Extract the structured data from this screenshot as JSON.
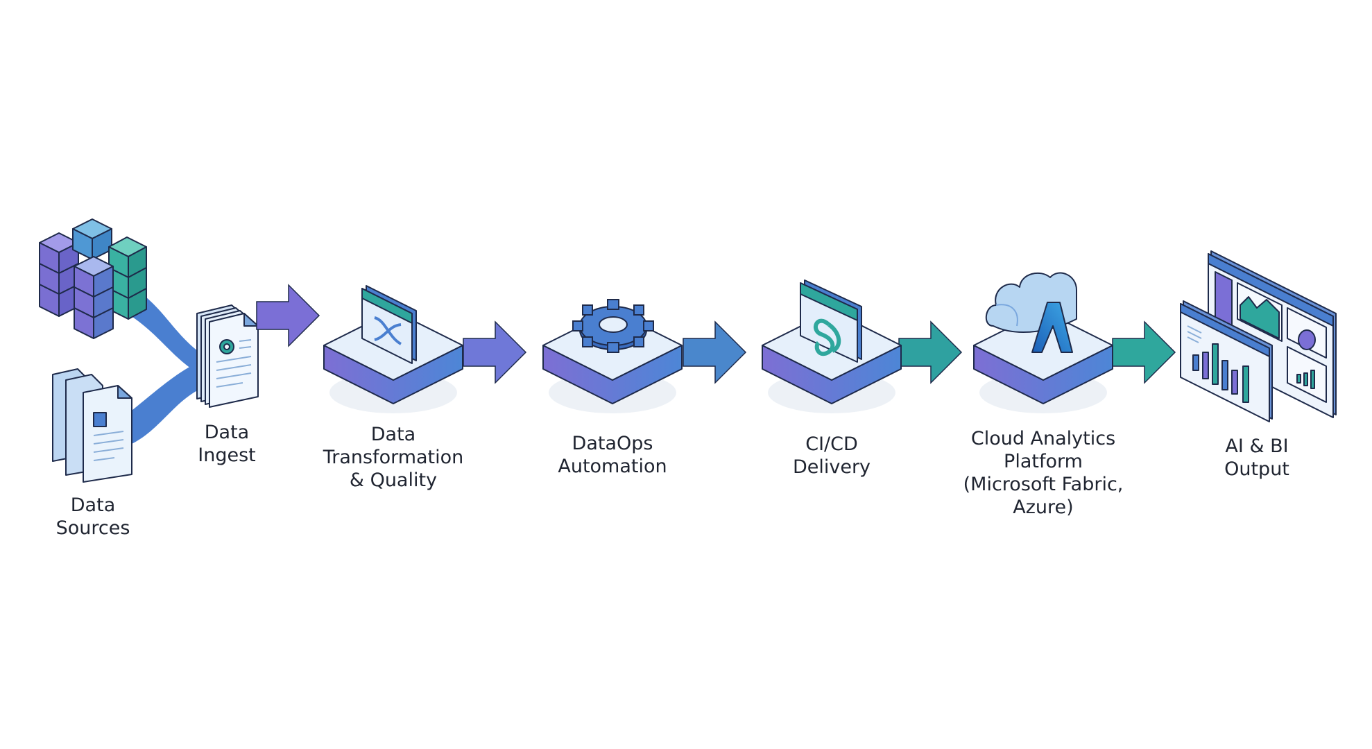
{
  "title": "Data pipeline flow",
  "colors": {
    "purple": "#7b6fd6",
    "blue": "#4a7fd0",
    "teal": "#2fa79d",
    "outline": "#1e2a4a",
    "platform_top": "#e6f0fb",
    "text": "#1f2430"
  },
  "stages": [
    {
      "id": "data-sources",
      "lines": [
        "Data",
        "Sources"
      ],
      "icon": "database-and-documents-icon"
    },
    {
      "id": "data-ingest",
      "lines": [
        "Data",
        "Ingest"
      ],
      "icon": "document-gear-icon"
    },
    {
      "id": "data-transformation",
      "lines": [
        "Data",
        "Transformation",
        "& Quality"
      ],
      "icon": "shuffle-window-icon"
    },
    {
      "id": "dataops-automation",
      "lines": [
        "DataOps",
        "Automation"
      ],
      "icon": "gear-icon"
    },
    {
      "id": "cicd-delivery",
      "lines": [
        "CI/CD",
        "Delivery"
      ],
      "icon": "infinity-loop-window-icon"
    },
    {
      "id": "cloud-analytics",
      "lines": [
        "Cloud Analytics",
        "Platform",
        "(Microsoft Fabric,",
        "Azure)"
      ],
      "icon": "azure-cloud-icon"
    },
    {
      "id": "ai-bi-output",
      "lines": [
        "AI & BI",
        "Output"
      ],
      "icon": "dashboard-icon"
    }
  ],
  "arrows": [
    {
      "from": "data-ingest",
      "to": "data-transformation",
      "color": "#7b6fd6"
    },
    {
      "from": "data-transformation",
      "to": "dataops-automation",
      "color": "#6f78d8"
    },
    {
      "from": "dataops-automation",
      "to": "cicd-delivery",
      "color": "#4a87cc"
    },
    {
      "from": "cicd-delivery",
      "to": "cloud-analytics",
      "color": "#2fa1a0"
    },
    {
      "from": "cloud-analytics",
      "to": "ai-bi-output",
      "color": "#2fa79d"
    }
  ]
}
